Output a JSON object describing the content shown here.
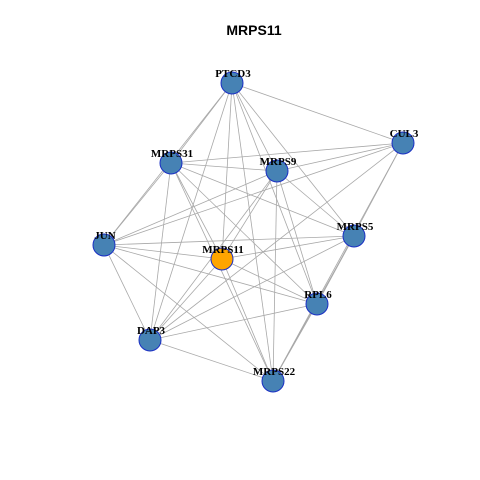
{
  "title": "MRPS11",
  "colors": {
    "node": "#4682b4",
    "center_node": "#ffa500",
    "node_border": "#1a2fc4",
    "edge": "#a8a8a8"
  },
  "nodes": [
    {
      "id": "PTCD3",
      "label": "PTCD3"
    },
    {
      "id": "CUL3",
      "label": "CUL3"
    },
    {
      "id": "MRPS31",
      "label": "MRPS31"
    },
    {
      "id": "MRPS9",
      "label": "MRPS9"
    },
    {
      "id": "MRPS5",
      "label": "MRPS5"
    },
    {
      "id": "JUN",
      "label": "JUN"
    },
    {
      "id": "MRPS11",
      "label": "MRPS11",
      "center": true
    },
    {
      "id": "RPL6",
      "label": "RPL6"
    },
    {
      "id": "DAP3",
      "label": "DAP3"
    },
    {
      "id": "MRPS22",
      "label": "MRPS22"
    }
  ],
  "edges": [
    [
      "PTCD3",
      "MRPS31"
    ],
    [
      "PTCD3",
      "MRPS9"
    ],
    [
      "PTCD3",
      "CUL3"
    ],
    [
      "PTCD3",
      "MRPS5"
    ],
    [
      "PTCD3",
      "MRPS11"
    ],
    [
      "PTCD3",
      "RPL6"
    ],
    [
      "PTCD3",
      "DAP3"
    ],
    [
      "PTCD3",
      "MRPS22"
    ],
    [
      "PTCD3",
      "JUN"
    ],
    [
      "CUL3",
      "MRPS31"
    ],
    [
      "CUL3",
      "MRPS9"
    ],
    [
      "CUL3",
      "JUN"
    ],
    [
      "CUL3",
      "RPL6"
    ],
    [
      "CUL3",
      "MRPS22"
    ],
    [
      "CUL3",
      "DAP3"
    ],
    [
      "MRPS31",
      "MRPS9"
    ],
    [
      "MRPS31",
      "JUN"
    ],
    [
      "MRPS31",
      "MRPS5"
    ],
    [
      "MRPS31",
      "MRPS11"
    ],
    [
      "MRPS31",
      "RPL6"
    ],
    [
      "MRPS31",
      "DAP3"
    ],
    [
      "MRPS31",
      "MRPS22"
    ],
    [
      "MRPS9",
      "MRPS5"
    ],
    [
      "MRPS9",
      "MRPS11"
    ],
    [
      "MRPS9",
      "RPL6"
    ],
    [
      "MRPS9",
      "JUN"
    ],
    [
      "MRPS9",
      "DAP3"
    ],
    [
      "MRPS9",
      "MRPS22"
    ],
    [
      "MRPS5",
      "JUN"
    ],
    [
      "MRPS5",
      "MRPS11"
    ],
    [
      "MRPS5",
      "DAP3"
    ],
    [
      "MRPS5",
      "MRPS22"
    ],
    [
      "MRPS5",
      "RPL6"
    ],
    [
      "JUN",
      "MRPS11"
    ],
    [
      "JUN",
      "RPL6"
    ],
    [
      "JUN",
      "DAP3"
    ],
    [
      "JUN",
      "MRPS22"
    ],
    [
      "MRPS11",
      "RPL6"
    ],
    [
      "MRPS11",
      "DAP3"
    ],
    [
      "MRPS11",
      "MRPS22"
    ],
    [
      "RPL6",
      "DAP3"
    ],
    [
      "RPL6",
      "MRPS22"
    ],
    [
      "DAP3",
      "MRPS22"
    ]
  ]
}
